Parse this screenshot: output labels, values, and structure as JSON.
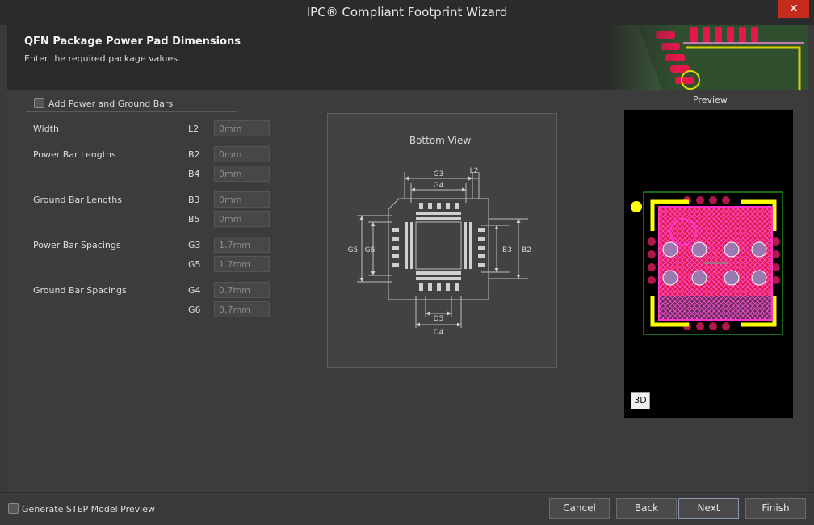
{
  "window": {
    "title": "IPC® Compliant Footprint Wizard",
    "close_glyph": "✕"
  },
  "header": {
    "title": "QFN Package Power Pad Dimensions",
    "subtitle": "Enter the required package values."
  },
  "options": {
    "add_bars_label": "Add Power and Ground Bars",
    "add_bars_checked": false
  },
  "fields": {
    "width": {
      "label": "Width",
      "code": "L2",
      "value": "0mm"
    },
    "power_bar_lengths": {
      "label": "Power Bar Lengths",
      "rows": [
        {
          "code": "B2",
          "value": "0mm"
        },
        {
          "code": "B4",
          "value": "0mm"
        }
      ]
    },
    "ground_bar_lengths": {
      "label": "Ground Bar Lengths",
      "rows": [
        {
          "code": "B3",
          "value": "0mm"
        },
        {
          "code": "B5",
          "value": "0mm"
        }
      ]
    },
    "power_bar_spacings": {
      "label": "Power Bar Spacings",
      "rows": [
        {
          "code": "G3",
          "value": "1.7mm"
        },
        {
          "code": "G5",
          "value": "1.7mm"
        }
      ]
    },
    "ground_bar_spacings": {
      "label": "Ground Bar Spacings",
      "rows": [
        {
          "code": "G4",
          "value": "0.7mm"
        },
        {
          "code": "G6",
          "value": "0.7mm"
        }
      ]
    }
  },
  "diagram": {
    "title": "Bottom View",
    "labels": {
      "g3": "G3",
      "g4": "G4",
      "l2": "L2",
      "g5": "G5",
      "g6": "G6",
      "b3": "B3",
      "b2": "B2",
      "d5": "D5",
      "d4": "D4"
    }
  },
  "preview": {
    "title": "Preview",
    "btn_3d": "3D"
  },
  "footer": {
    "step_preview_label": "Generate STEP Model Preview",
    "buttons": {
      "cancel": "Cancel",
      "back": "Back",
      "next": "Next",
      "finish": "Finish"
    }
  },
  "colors": {
    "pad_red": "#e2194a",
    "silk_yellow": "#ffff00",
    "courtyard_green": "#1e8c1e",
    "paste_magenta": "#ff33cc",
    "close_red": "#c42b1c"
  }
}
